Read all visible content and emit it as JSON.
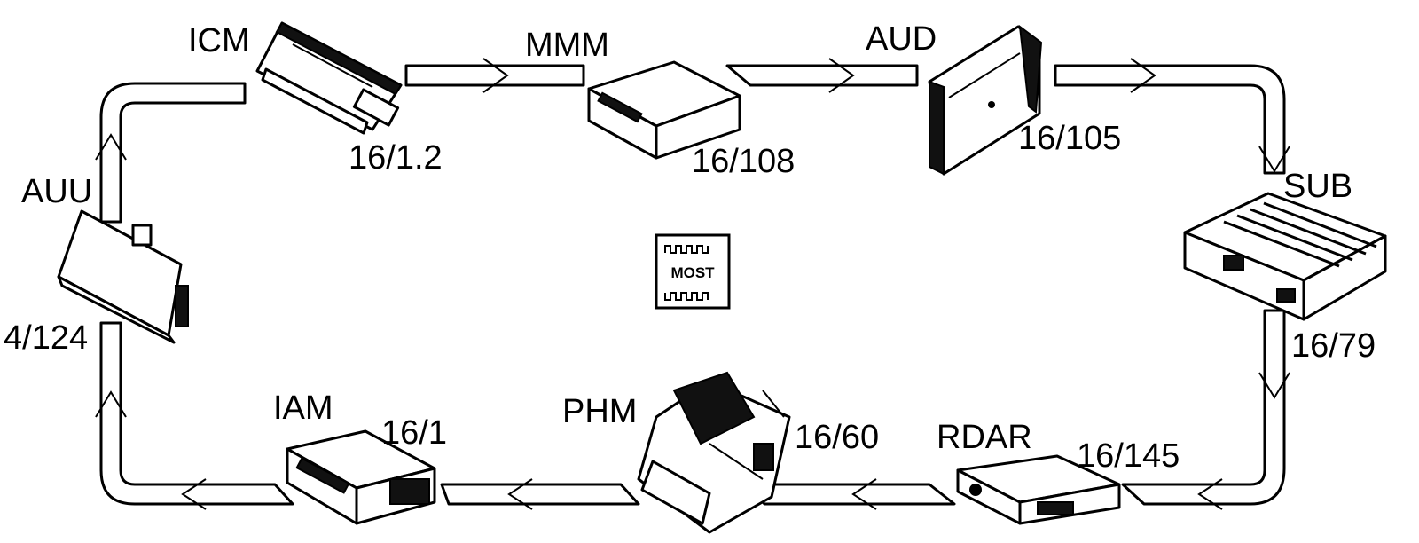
{
  "modules": {
    "icm": {
      "name": "ICM",
      "id": "16/1.2"
    },
    "mmm": {
      "name": "MMM",
      "id": "16/108"
    },
    "aud": {
      "name": "AUD",
      "id": "16/105"
    },
    "sub": {
      "name": "SUB",
      "id": "16/79"
    },
    "auu": {
      "name": "AUU",
      "id": "4/124"
    },
    "iam": {
      "name": "IAM",
      "id": "16/1"
    },
    "phm": {
      "name": "PHM",
      "id": "16/60"
    },
    "rdar": {
      "name": "RDAR",
      "id": "16/145"
    }
  },
  "center_logo": {
    "text": "MOST",
    "icon": "most-network-icon"
  }
}
